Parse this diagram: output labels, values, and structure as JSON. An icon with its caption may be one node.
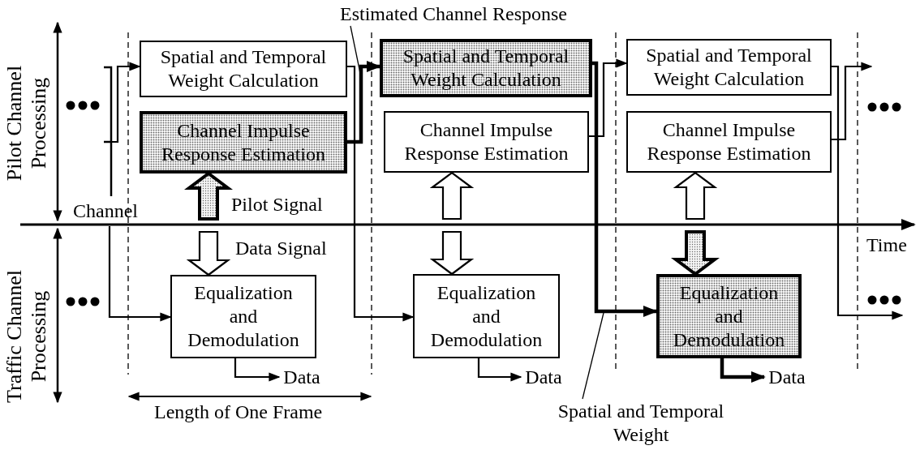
{
  "diagram": {
    "nodes": [
      {
        "text": [
          "Spatial and Temporal Weight Calculation"
        ]
      },
      {
        "text": [
          "Channel Impulse Response Estimation"
        ]
      },
      {
        "text": [
          "Equalization and Demodulation"
        ]
      },
      {
        "text": [
          "Data"
        ]
      },
      {
        "text": [
          "Spatial and Temporal Weight Calculation"
        ]
      },
      {
        "text": [
          "Channel Impulse Response Estimation"
        ]
      },
      {
        "text": [
          "Equalization and Demodulation"
        ]
      },
      {
        "text": [
          "Data"
        ]
      },
      {
        "text": [
          "Spatial and Temporal Weight Calculation"
        ]
      },
      {
        "text": [
          "Channel Impulse Response Estimation"
        ]
      },
      {
        "text": [
          "Equalization and Demodulation"
        ]
      },
      {
        "text": [
          "Data"
        ]
      },
      {
        "text": [
          "Estimated Channel Response"
        ]
      },
      {
        "text": [
          "Spatial and Temporal Weight"
        ]
      }
    ],
    "edges": [
      {
        "from": null,
        "to": 0,
        "arrow": "to"
      },
      {
        "from": null,
        "to": 2,
        "arrow": "to"
      },
      {
        "from": 1,
        "to": 4,
        "arrow": "to",
        "style": "thick"
      },
      {
        "from": 0,
        "to": 6,
        "arrow": "to"
      },
      {
        "from": 5,
        "to": 8,
        "arrow": "to"
      },
      {
        "from": 4,
        "to": 10,
        "arrow": "to",
        "style": "thick"
      },
      {
        "from": 9,
        "to": null,
        "arrow": "to"
      },
      {
        "from": 8,
        "to": null,
        "arrow": "to"
      },
      {
        "from": 2,
        "to": 3,
        "arrow": "to"
      },
      {
        "from": 6,
        "to": 7,
        "arrow": "to"
      },
      {
        "from": 10,
        "to": 11,
        "arrow": "to",
        "style": "thick"
      },
      {
        "from": null,
        "to": 1,
        "arrow": "to",
        "label": "Pilot Signal"
      },
      {
        "from": null,
        "to": 2,
        "arrow": "to",
        "label": "Data Signal"
      },
      {
        "from": null,
        "to": 5,
        "arrow": "to"
      },
      {
        "from": null,
        "to": 6,
        "arrow": "to"
      },
      {
        "from": null,
        "to": 9,
        "arrow": "to"
      },
      {
        "from": null,
        "to": 10,
        "arrow": "to"
      },
      {
        "from": 12,
        "to": null,
        "arrow": "none"
      },
      {
        "from": 13,
        "to": null,
        "arrow": "none"
      }
    ],
    "labels": [
      "Pilot Channel Processing",
      "Channel",
      "Time",
      "Traffic Channel Processing",
      "Length of One Frame"
    ]
  }
}
